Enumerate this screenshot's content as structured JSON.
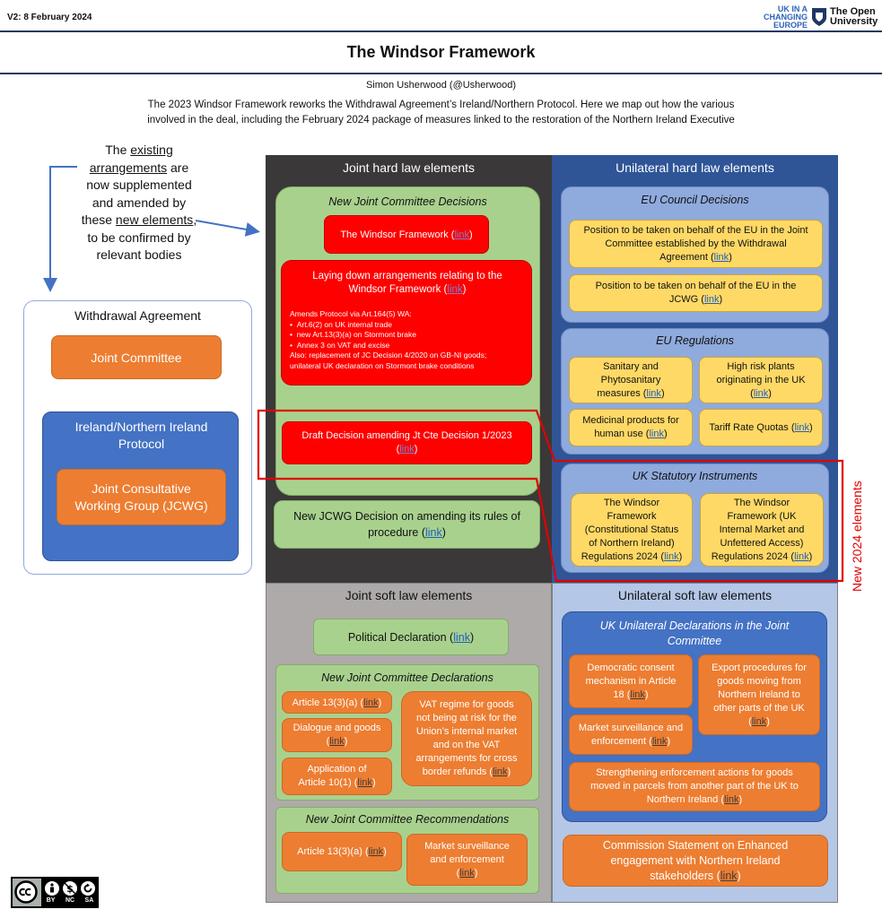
{
  "header": {
    "version": "V2: 8 February 2024",
    "logo_ukic": [
      "UK IN A",
      "CHANGING",
      "EUROPE"
    ],
    "logo_ou": [
      "The Open",
      "University"
    ],
    "title": "The Windsor Framework",
    "author": "Simon Usherwood (@Usherwood)",
    "intro_1": "The 2023 Windsor Framework reworks the Withdrawal Agreement’s Ireland/Northern Protocol. Here we map out how the various",
    "intro_2": "involved in the deal, including the February 2024 package of measures linked to the restoration of the Northern Ireland Executive"
  },
  "note": {
    "l1": "The",
    "l1_u": "existing",
    "l2_u": "arrangements",
    "l2": " are",
    "l3": "now supplemented",
    "l4": "and amended by",
    "l5": "these ",
    "l5_u": "new elements",
    "l5_end": ",",
    "l6": "to be confirmed by",
    "l7": "relevant bodies"
  },
  "wa": {
    "title": "Withdrawal Agreement",
    "joint_committee": "Joint Committee",
    "protocol": "Ireland/Northern Ireland Protocol",
    "jcwg": "Joint Consultative Working Group (JCWG)"
  },
  "link": "link",
  "jh": {
    "title": "Joint hard law elements",
    "group": "New Joint Committee Decisions",
    "wf": "The Windsor Framework (",
    "lay_1": "Laying down arrangements relating to the",
    "lay_2": "Windsor Framework (",
    "amends": "Amends Protocol via Art.164(5) WA:",
    "b1": "Art.6(2) on UK internal trade",
    "b2": "new Art.13(3)(a) on Stormont brake",
    "b3": "Annex 3 on VAT and excise",
    "also_1": "Also: replacement of JC Decision 4/2020 on GB-NI goods;",
    "also_2": "unilateral UK declaration on Stormont brake conditions",
    "draft_1": "Draft Decision amending Jt Cte Decision 1/2023",
    "jcwg_dec_1": "New JCWG Decision on amending its rules of",
    "jcwg_dec_2": "procedure ("
  },
  "uh": {
    "title": "Unilateral hard law elements",
    "council": "EU Council Decisions",
    "pos1_1": "Position to be taken on behalf of the EU in the Joint",
    "pos1_2": "Committee established by the Withdrawal",
    "pos1_3": "Agreement (",
    "pos2_1": "Position to be taken on behalf of the EU in the",
    "pos2_2": "JCWG (",
    "regs": "EU Regulations",
    "sps_1": "Sanitary and",
    "sps_2": "Phytosanitary",
    "sps_3": "measures (",
    "hr_1": "High risk plants",
    "hr_2": "originating in the UK",
    "med_1": "Medicinal products for",
    "med_2": "human use (",
    "trq": "Tariff Rate Quotas (",
    "si": "UK Statutory Instruments",
    "si1_1": "The Windsor",
    "si1_2": "Framework",
    "si1_3": "(Constitutional Status",
    "si1_4": "of Northern Ireland)",
    "si1_5": "Regulations 2024 (",
    "si2_1": "The Windsor",
    "si2_2": "Framework (UK",
    "si2_3": "Internal Market and",
    "si2_4": "Unfettered Access)",
    "si2_5": "Regulations 2024 ("
  },
  "new2024": "New 2024 elements",
  "js": {
    "title": "Joint soft law elements",
    "pd": "Political Declaration (",
    "decl": "New Joint Committee Declarations",
    "a13": "Article 13(3)(a) (",
    "dg_1": "Dialogue and goods",
    "app_1": "Application of",
    "app_2": "Article 10(1) (",
    "vat_1": "VAT regime for goods",
    "vat_2": "not being at risk for the",
    "vat_3": "Union’s internal market",
    "vat_4": "and on the VAT",
    "vat_5": "arrangements for cross",
    "vat_6": "border refunds (",
    "recs": "New Joint Committee Recommendations",
    "ra13": "Article 13(3)(a) (",
    "ms_1": "Market surveillance",
    "ms_2": "and enforcement"
  },
  "us": {
    "title": "Unilateral soft law elements",
    "group_1": "UK Unilateral Declarations in the Joint",
    "group_2": "Committee",
    "dc_1": "Democratic consent",
    "dc_2": "mechanism in Article",
    "dc_3": "18 (",
    "ep_1": "Export procedures for",
    "ep_2": "goods moving from",
    "ep_3": "Northern Ireland to",
    "ep_4": "other parts of the UK",
    "mse_1": "Market surveillance and",
    "mse_2": "enforcement (",
    "se_1": "Strengthening enforcement actions for goods",
    "se_2": "moved in parcels from another part of the UK to",
    "se_3": "Northern Ireland (",
    "cs_1": "Commission Statement on Enhanced",
    "cs_2": "engagement with Northern Ireland",
    "cs_3": "stakeholders ("
  },
  "cc": {
    "labels": [
      "BY",
      "NC",
      "SA"
    ]
  },
  "colors": {
    "navy": "#1f3864",
    "dark": "#3a3838",
    "blue": "#2f5597",
    "grey": "#aeaaaa",
    "lightblue": "#b4c7e7",
    "red": "#ff0000",
    "orange": "#ed7d31",
    "green": "#a9d18e",
    "yellow": "#ffd966"
  }
}
